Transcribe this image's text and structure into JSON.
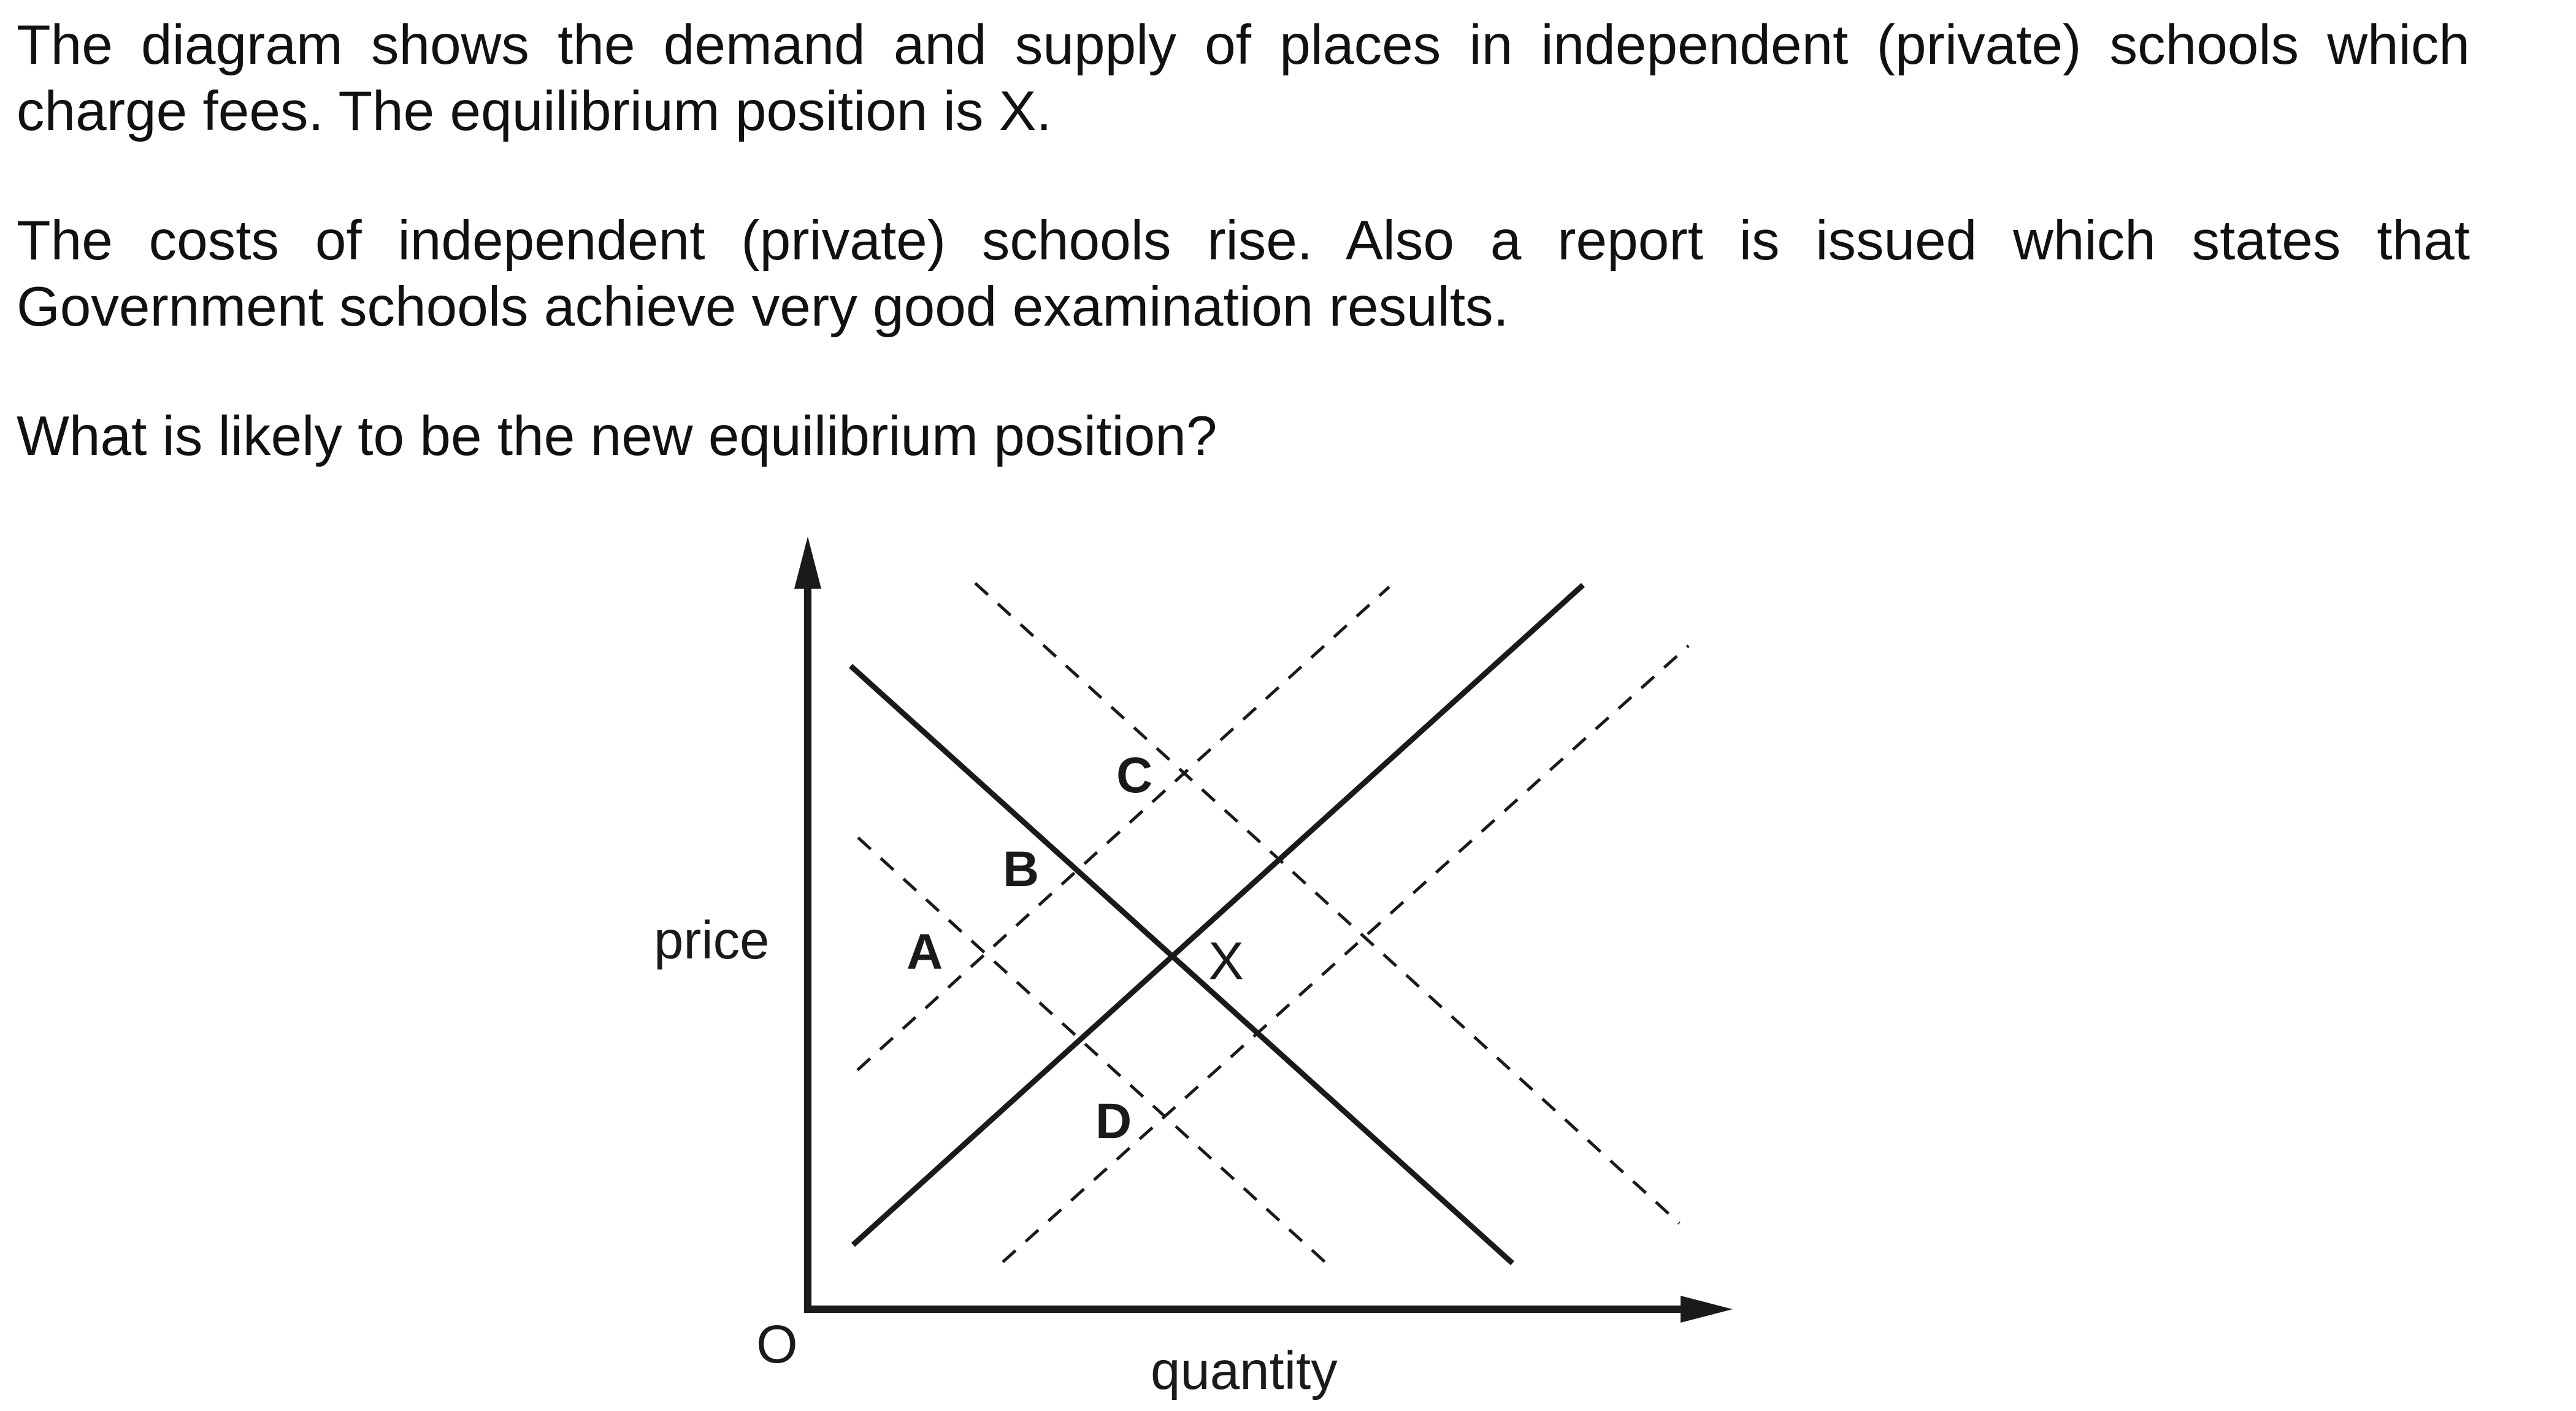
{
  "question": {
    "paragraph_1": "The diagram shows the demand and supply of places in independent (private) schools which charge fees. The equilibrium position is X.",
    "paragraph_2": "The costs of independent (private) schools rise. Also a report is issued which states that Government schools achieve very good examination results.",
    "paragraph_3": "What is likely to be the new equilibrium position?"
  },
  "diagram": {
    "y_axis_label": "price",
    "x_axis_label": "quantity",
    "origin_label": "O",
    "points": {
      "equilibrium": "X",
      "a": "A",
      "b": "B",
      "c": "C",
      "d": "D"
    },
    "colors": {
      "line": "#1a1a1a",
      "text": "#111111"
    }
  }
}
